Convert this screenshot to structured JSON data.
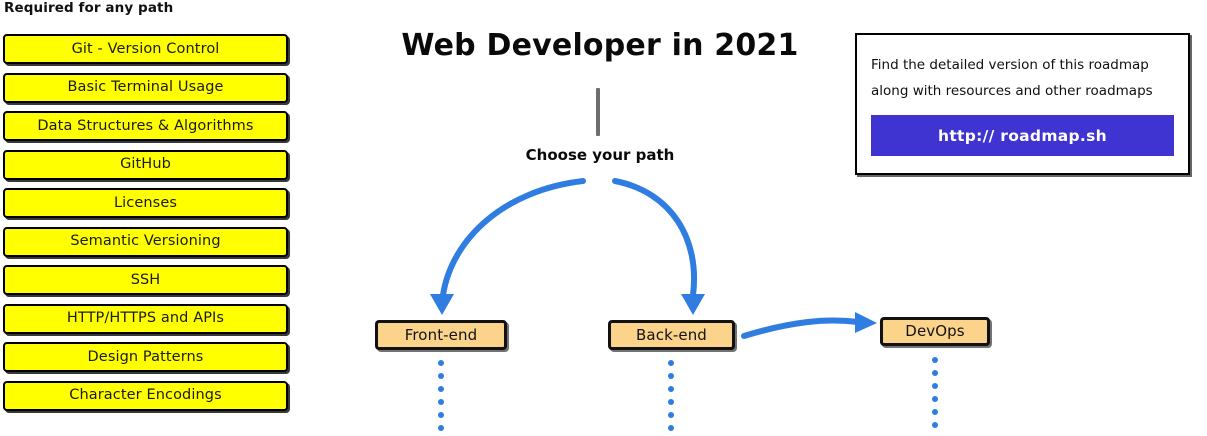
{
  "required_section": {
    "heading": "Required for any path",
    "items": [
      {
        "label": "Git - Version Control"
      },
      {
        "label": "Basic Terminal Usage"
      },
      {
        "label": "Data Structures & Algorithms"
      },
      {
        "label": "GitHub"
      },
      {
        "label": "Licenses"
      },
      {
        "label": "Semantic Versioning"
      },
      {
        "label": "SSH"
      },
      {
        "label": "HTTP/HTTPS and APIs"
      },
      {
        "label": "Design Patterns"
      },
      {
        "label": "Character Encodings"
      }
    ]
  },
  "center": {
    "title": "Web Developer in 2021",
    "choose_path_label": "Choose your path",
    "paths": [
      {
        "label": "Front-end"
      },
      {
        "label": "Back-end"
      },
      {
        "label": "DevOps"
      }
    ]
  },
  "info_card": {
    "description": "Find the detailed version of this roadmap along with resources and other roadmaps",
    "link_label": "http:// roadmap.sh"
  },
  "colors": {
    "required_box_fill": "#ffff00",
    "path_box_fill": "#fbd38a",
    "arrow_blue": "#2f7de0",
    "link_button": "#3f33d2",
    "stem_gray": "#6e6e6e",
    "outline": "#000000"
  }
}
